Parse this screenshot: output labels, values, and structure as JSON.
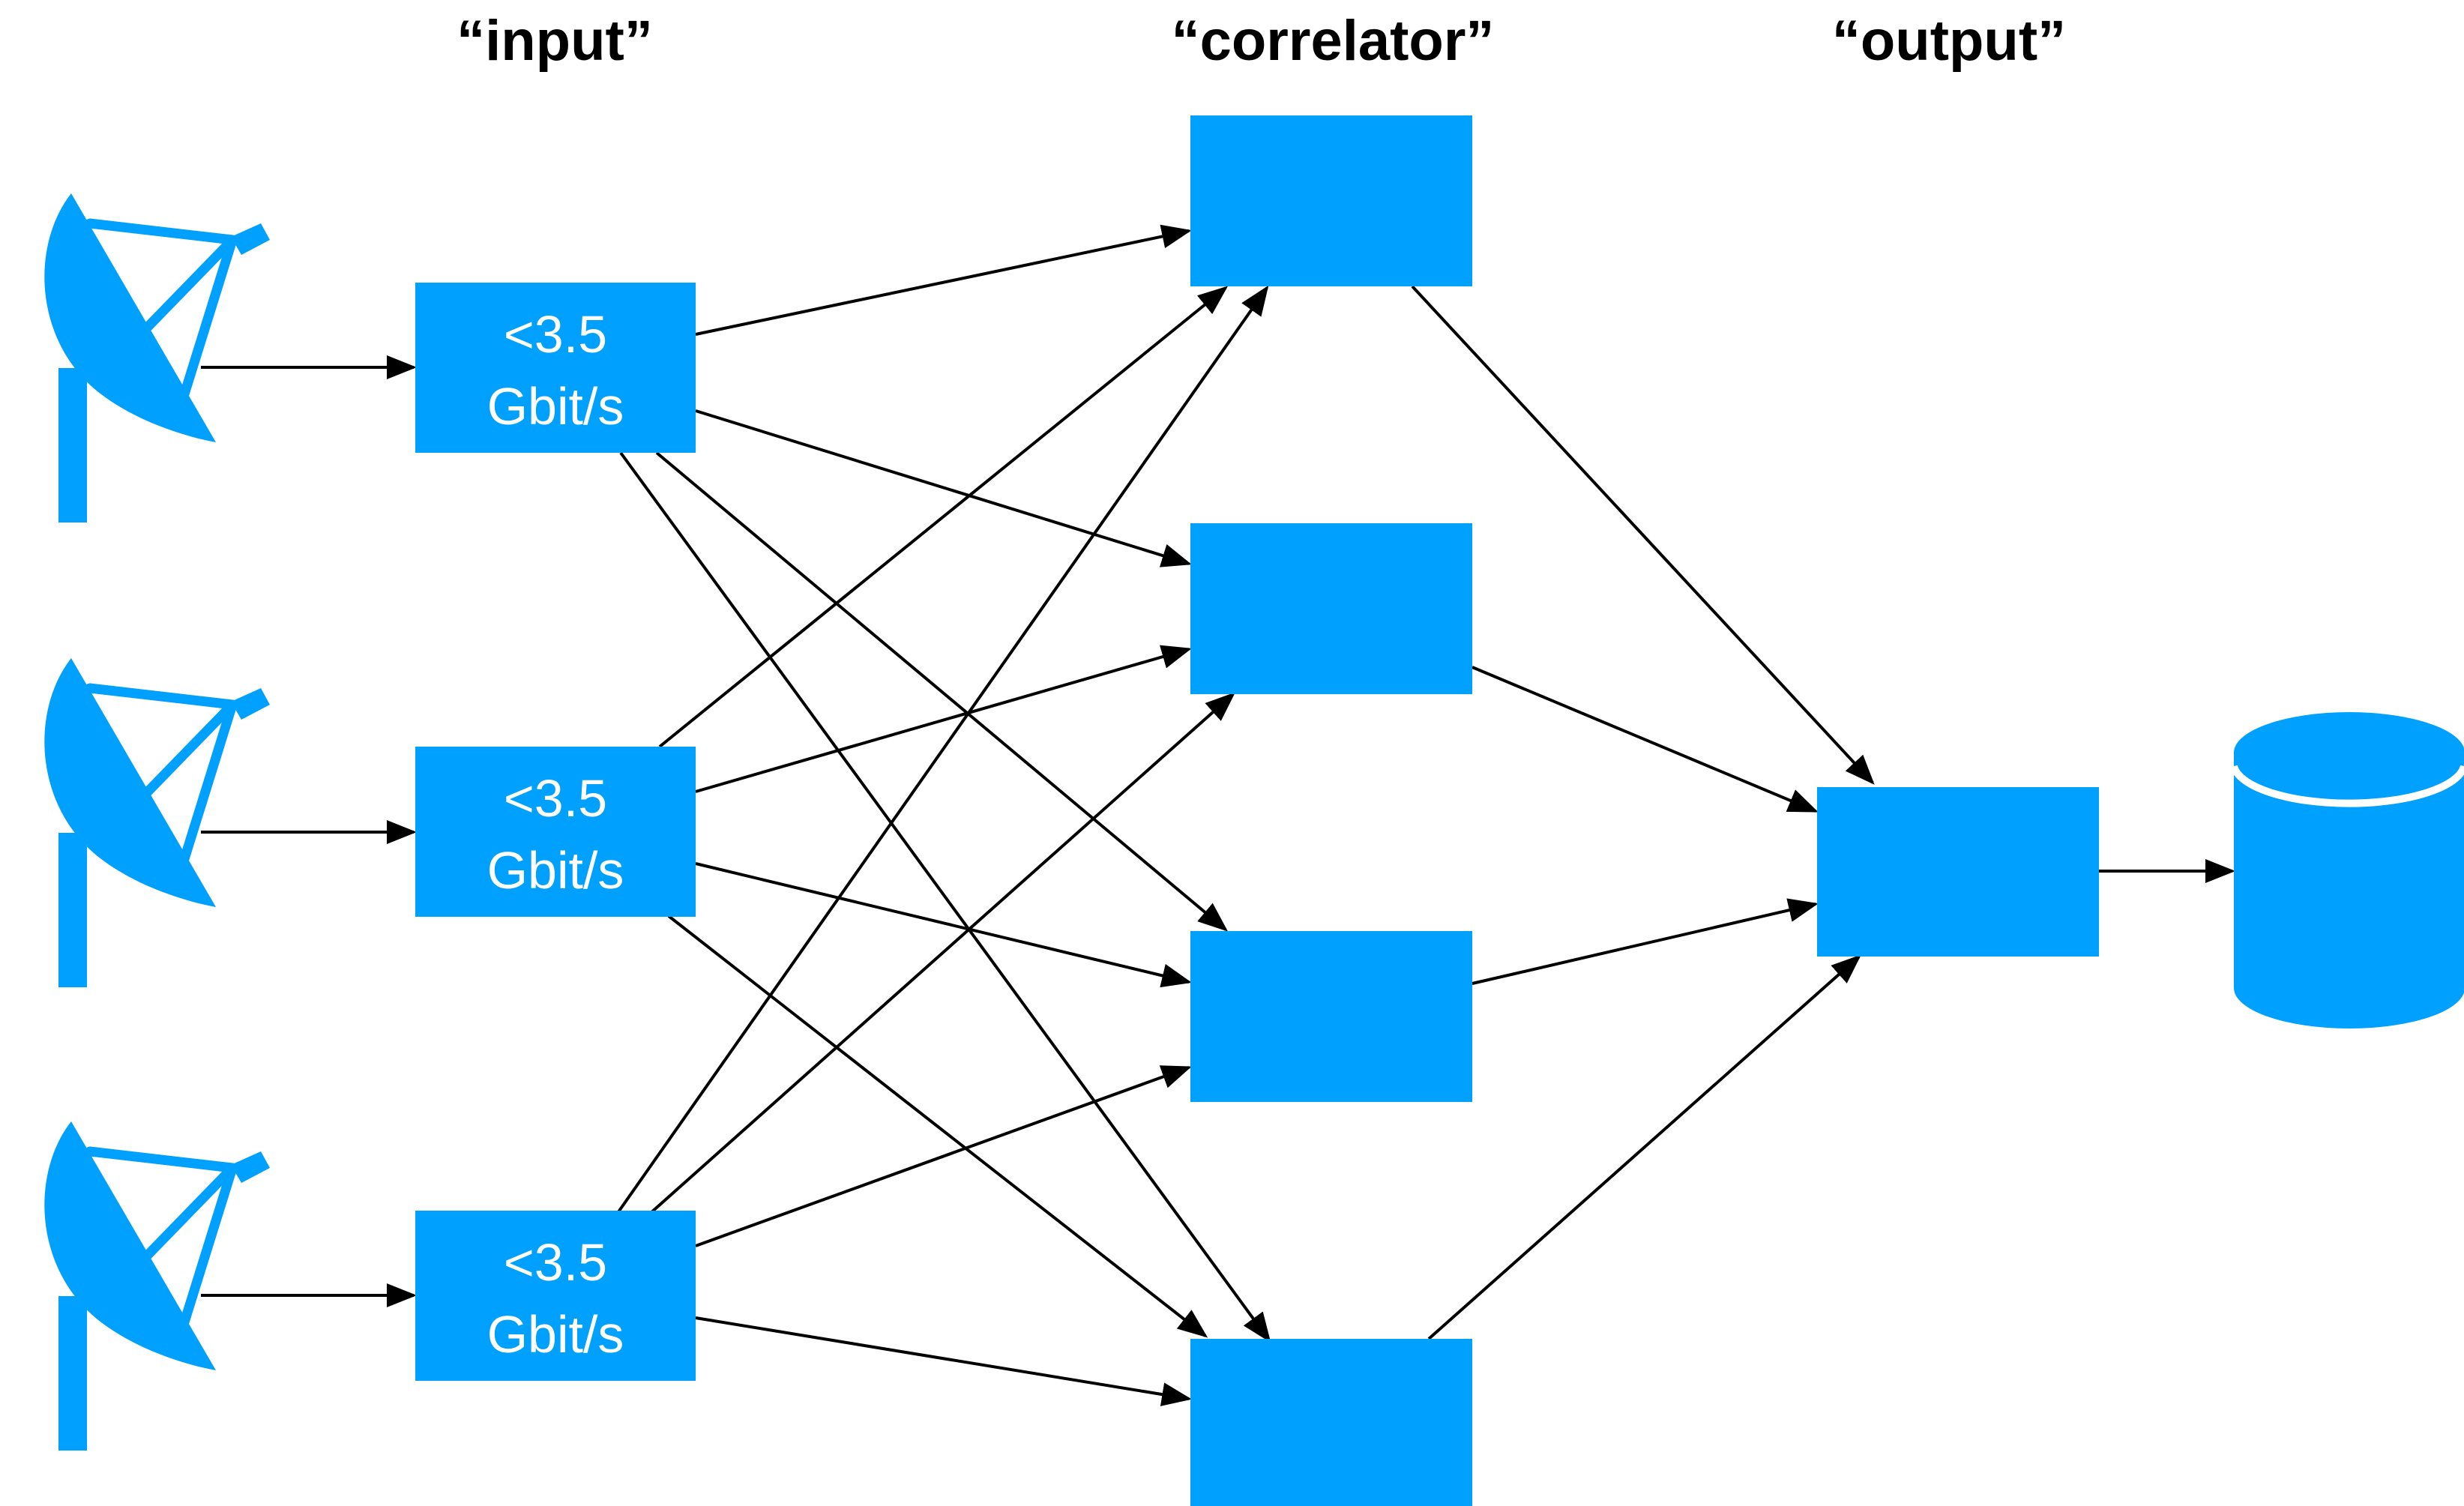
{
  "colors": {
    "accent": "#00a0ff",
    "connector": "#000000",
    "background": "#ffffff"
  },
  "stages": {
    "input": "“input”",
    "correlator": "“correlator”",
    "output": "“output”"
  },
  "input_nodes": [
    {
      "rate_line1": "<3.5",
      "rate_line2": "Gbit/s"
    },
    {
      "rate_line1": "<3.5",
      "rate_line2": "Gbit/s"
    },
    {
      "rate_line1": "<3.5",
      "rate_line2": "Gbit/s"
    }
  ],
  "icons": {
    "antenna": "satellite-dish-icon",
    "storage": "database-icon"
  },
  "topology": {
    "antennas": 3,
    "input_nodes": 3,
    "correlator_nodes": 4,
    "output_nodes": 1,
    "storage": 1,
    "input_to_correlator": "all-to-all",
    "correlator_to_output": "all",
    "output_to_storage": "single"
  }
}
